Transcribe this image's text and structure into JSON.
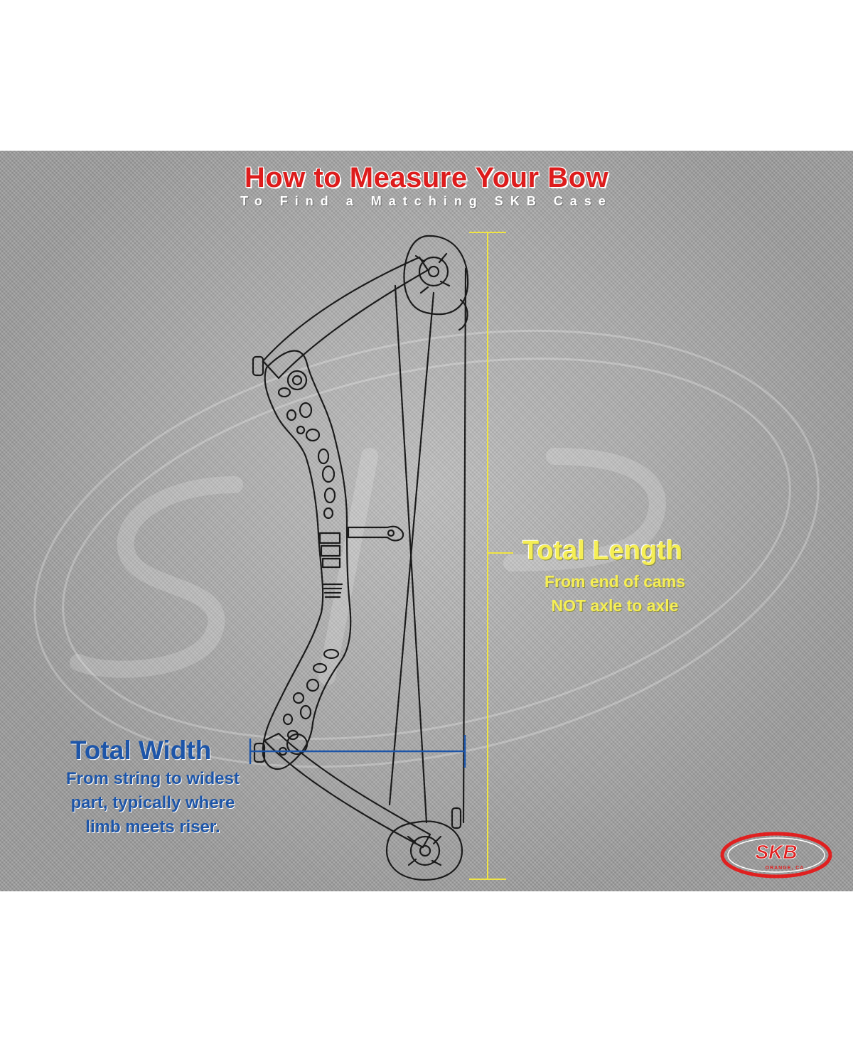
{
  "title": "How to Measure Your Bow",
  "subtitle": "To Find a Matching SKB Case",
  "length_label": {
    "title": "Total Length",
    "line1": "From end of cams",
    "line2": "NOT axle to axle"
  },
  "width_label": {
    "title": "Total Width",
    "line1": "From string to widest",
    "line2": "part, typically where",
    "line3": "limb meets riser."
  },
  "logo": {
    "text": "SKB",
    "subtext": "ORANGE, CA"
  },
  "colors": {
    "title": "#dd1c1c",
    "length": "#f5ee55",
    "width": "#1d55a8",
    "background": "#a9a9a9",
    "logo": "#e02020"
  }
}
